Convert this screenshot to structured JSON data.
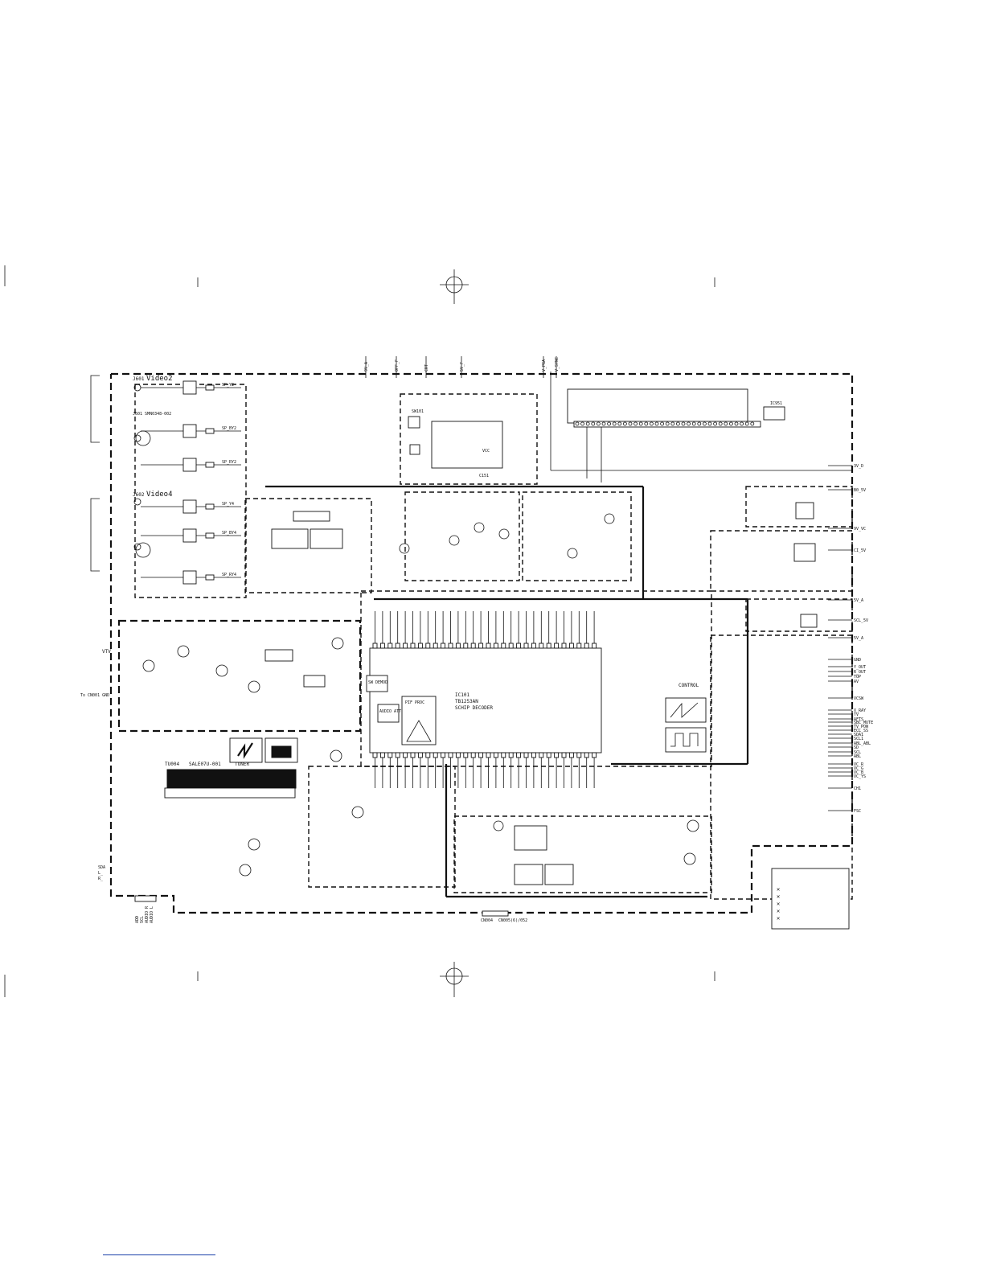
{
  "inputs": {
    "video2": {
      "jack": "J601",
      "label": "Video2"
    },
    "video4": {
      "jack": "J602",
      "label": "Video4"
    },
    "jack_s": "J601 SMN0348-002",
    "rows": [
      "SP_Y2",
      "SP_BY2",
      "SP_RY2",
      "SP_Y4",
      "SP_BY4",
      "SP_RY4"
    ]
  },
  "decoder": {
    "ref": "IC101",
    "part": "TB1253AN",
    "function": "SCHIP DECODER"
  },
  "tuner": {
    "ref": "TU004",
    "part": "SALE07U-001",
    "name": "TUNER"
  },
  "blocks": [
    "PIF PROC",
    "AUDIO ATT",
    "SW DEMOD"
  ],
  "control": {
    "label": "CONTROL"
  },
  "connectors": {
    "bottom": "CN004",
    "bottom_right": "CN005(6)/052",
    "left": "To CN001 GND"
  },
  "right_signals": [
    "3V_D",
    "B0_5V",
    "9V_VC",
    "CI_5V",
    "5V_A",
    "SCL_5V",
    "5V_A",
    "GND",
    "Y_OUT",
    "R_OUT",
    "TOP",
    "AV",
    "VCSW",
    "X_RAY",
    "TV",
    "AFTS",
    "SBC_MUTE",
    "TV_POW",
    "ECL_SS",
    "SDA1",
    "SCL1",
    "ABL_ABL",
    "SD",
    "SCL",
    "ABL",
    "VC_R",
    "VC_G",
    "VC_B",
    "VC_YS",
    "CH1",
    "FSC"
  ],
  "left_signals": [
    "VTV",
    "SDA",
    "L_",
    "R_"
  ],
  "bottom_left_pins": [
    "ADD",
    "SCL",
    "AUDIO R",
    "AUDIO L"
  ],
  "top_nets": [
    "9V_A",
    "OFF_F",
    "CRT",
    "5V_F",
    "V_PGA",
    "V_SYNC"
  ],
  "legend_rows": [
    "✕",
    "✕",
    "✕",
    "✕",
    "✕"
  ]
}
